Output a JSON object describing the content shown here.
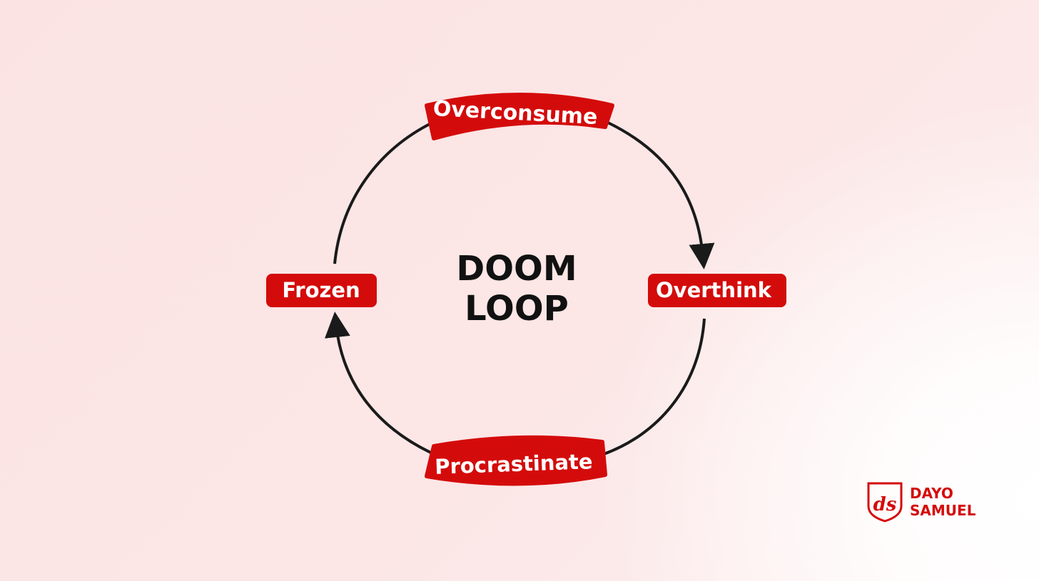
{
  "diagram": {
    "center_title": [
      "DOOM",
      "LOOP"
    ],
    "nodes": {
      "top": "Overconsume",
      "right": "Overthink",
      "bottom": "Procrastinate",
      "left": "Frozen"
    }
  },
  "branding": {
    "line1": "DAYO",
    "line2": "SAMUEL",
    "monogram": "ds"
  },
  "colors": {
    "accent": "#d40b0b",
    "arrow": "#1a1a1a",
    "text_dark": "#111111",
    "background": "#fce5e5"
  }
}
